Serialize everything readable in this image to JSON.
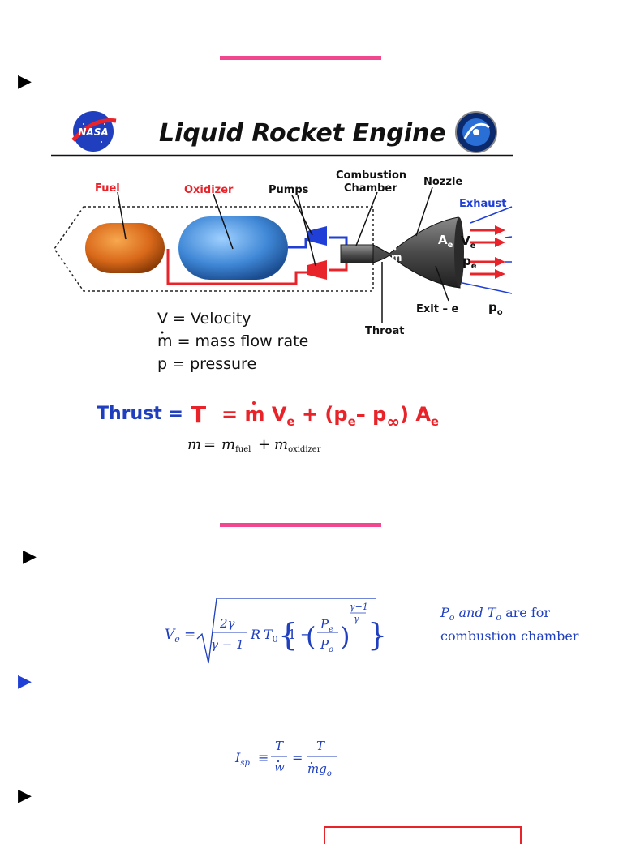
{
  "diagram": {
    "title": "Liquid Rocket Engine",
    "labels": {
      "fuel": "Fuel",
      "oxidizer": "Oxidizer",
      "pumps": "Pumps",
      "combustion_line1": "Combustion",
      "combustion_line2": "Chamber",
      "nozzle": "Nozzle",
      "exhaust": "Exhaust",
      "throat": "Throat",
      "exit": "Exit – e",
      "ae": "A",
      "ae_sub": "e",
      "ve": "V",
      "ve_sub": "e",
      "pe": "p",
      "pe_sub": "e",
      "po": "p",
      "po_sub": "o",
      "mdot": "m"
    },
    "legend": [
      {
        "sym": "V",
        "desc": "= Velocity"
      },
      {
        "sym": "m",
        "desc": "= mass flow rate"
      },
      {
        "sym": "p",
        "desc": "= pressure"
      }
    ],
    "thrust": {
      "label": "Thrust =",
      "t": "T",
      "rhs1": "= m",
      "v": "V",
      "vsub": "e",
      "plus": "+ (p",
      "pe_sub": "e",
      "minus": "– p",
      "pinf_sub": "∞",
      "close": ") A",
      "ae_sub": "e"
    }
  },
  "mass_eq": {
    "lhs": "m",
    "eq": "=",
    "m1": "m",
    "m1_sub": "fuel",
    "plus": "+",
    "m2": "m",
    "m2_sub": "oxidizer"
  },
  "bullets": [
    "▶",
    "▶",
    "▶",
    "▶"
  ],
  "ve_note": {
    "p": "P",
    "p_sub": "o",
    "and": "and",
    "t": "T",
    "t_sub": "o",
    "rest1": "are for",
    "rest2": "combustion chamber"
  },
  "colors": {
    "accent_bar": "#f0478e",
    "thrust_blue": "#1f3fbf",
    "thrust_red": "#e8232a",
    "fuel_orange": "#d9691a",
    "oxidizer_blue": "#3f87d6",
    "pump_blue": "#1f3fd6",
    "pump_red": "#e8232a"
  }
}
